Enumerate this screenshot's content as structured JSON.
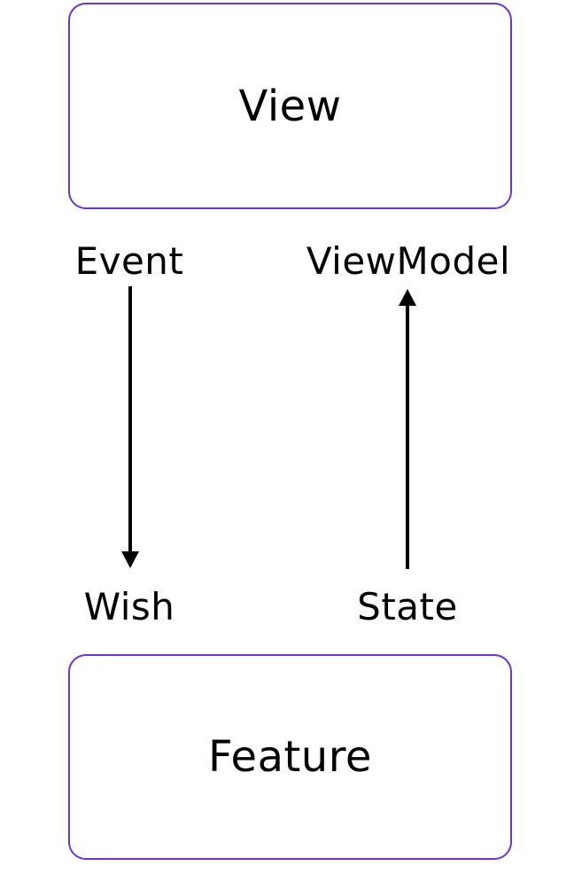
{
  "diagram": {
    "boxes": {
      "view": {
        "label": "View"
      },
      "feature": {
        "label": "Feature"
      }
    },
    "labels": {
      "event": "Event",
      "viewmodel": "ViewModel",
      "wish": "Wish",
      "state": "State"
    },
    "arrows": [
      {
        "from": "Event",
        "to": "Wish",
        "direction": "down"
      },
      {
        "from": "State",
        "to": "ViewModel",
        "direction": "up"
      }
    ],
    "colors": {
      "box_border": "#6a35d0",
      "arrow": "#000000",
      "text": "#000000"
    }
  }
}
